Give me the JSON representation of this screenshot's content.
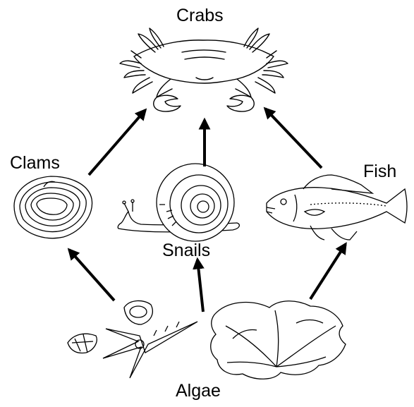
{
  "nodes": {
    "crabs": {
      "label": "Crabs"
    },
    "clams": {
      "label": "Clams"
    },
    "snails": {
      "label": "Snails"
    },
    "fish": {
      "label": "Fish"
    },
    "algae": {
      "label": "Algae"
    }
  },
  "edges": [
    {
      "from": "Algae",
      "to": "Clams"
    },
    {
      "from": "Algae",
      "to": "Snails"
    },
    {
      "from": "Algae",
      "to": "Fish"
    },
    {
      "from": "Clams",
      "to": "Crabs"
    },
    {
      "from": "Snails",
      "to": "Crabs"
    },
    {
      "from": "Fish",
      "to": "Crabs"
    }
  ],
  "colors": {
    "ink": "#000000",
    "background": "#ffffff"
  }
}
